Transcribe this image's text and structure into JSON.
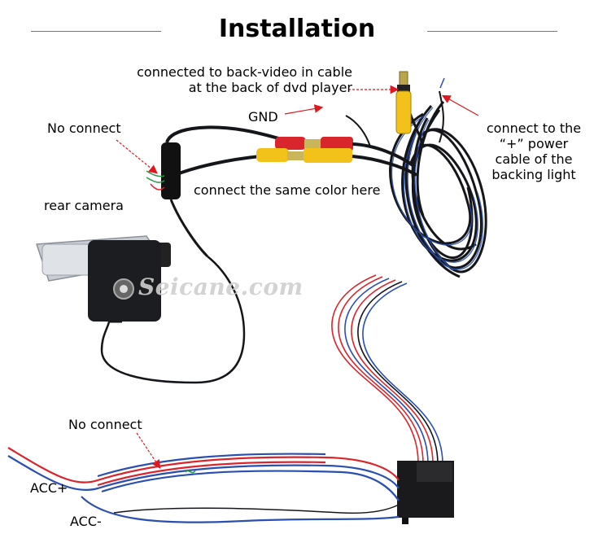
{
  "title": "Installation",
  "labels": {
    "back_video": "connected to back-video in cable",
    "back_video_2": "at the back of dvd player",
    "gnd": "GND",
    "no_connect_top": "No connect",
    "power_1": "connect to the",
    "power_2": "“+” power",
    "power_3": "cable of the",
    "power_4": "backing light",
    "same_color": "connect the same color here",
    "rear_camera": "rear camera",
    "no_connect_bottom": "No connect",
    "acc_plus": "ACC+",
    "acc_minus": "ACC-"
  },
  "watermark": "Seicane.com",
  "colors": {
    "arrow": "#e0171f",
    "cable_black": "#15161a",
    "rca_yellow": "#f2c21a",
    "rca_red": "#d8262c",
    "wire_blue": "#2a4fb0",
    "wire_red": "#d8262c"
  }
}
